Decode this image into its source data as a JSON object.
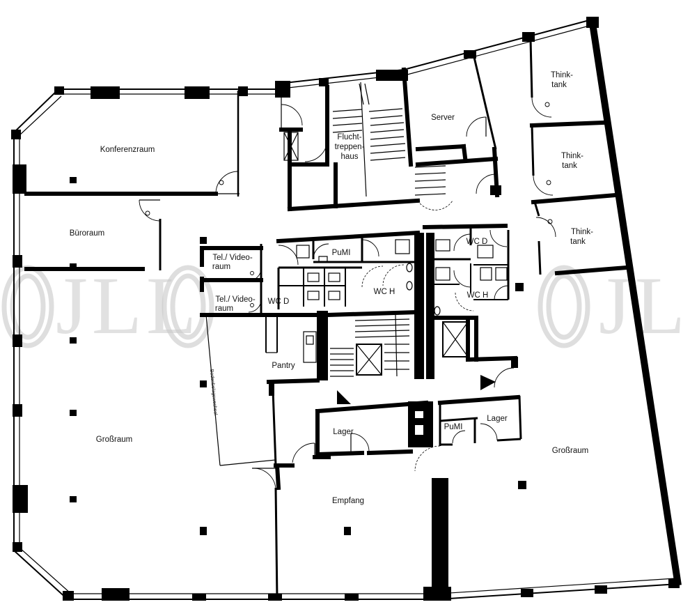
{
  "rooms": {
    "konferenzraum": "Konferenzraum",
    "bueroraum": "Büroraum",
    "tel_video_1_l1": "Tel./ Video-",
    "tel_video_1_l2": "raum",
    "tel_video_2_l1": "Tel./ Video-",
    "tel_video_2_l2": "raum",
    "flucht_l1": "Flucht-",
    "flucht_l2": "treppen-",
    "flucht_l3": "haus",
    "server": "Server",
    "think_1_l1": "Think-",
    "think_1_l2": "tank",
    "think_2_l1": "Think-",
    "think_2_l2": "tank",
    "think_3_l1": "Think-",
    "think_3_l2": "tank",
    "pumi_upper": "PuMI",
    "wc_d_left": "WC D",
    "wc_h_center": "WC H",
    "wc_d_right": "WC D",
    "wc_h_right": "WC H",
    "pantry": "Pantry",
    "lager_left": "Lager",
    "pumi_lower": "PuMI",
    "lager_right": "Lager",
    "grossraum_left": "Großraum",
    "grossraum_right": "Großraum",
    "empfang": "Empfang",
    "bodenbelagswechsel": "Bodenbelagswechsel"
  },
  "watermark": {
    "left_text": "JLL",
    "right_text": "JLL"
  },
  "colors": {
    "wall": "#000000",
    "watermark": "#c9c9c9",
    "background": "#ffffff"
  }
}
